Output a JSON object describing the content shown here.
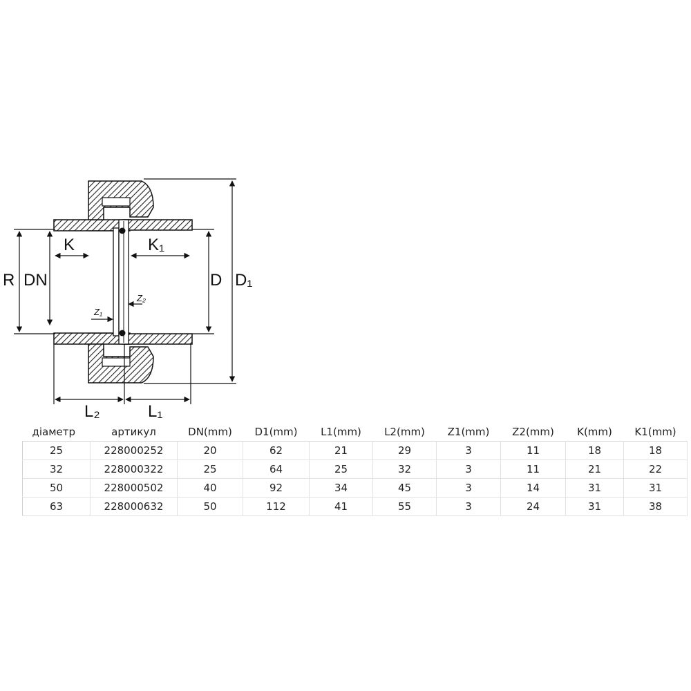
{
  "drawing": {
    "labels": {
      "R": "R",
      "DN": "DN",
      "K": "K",
      "K1": "K₁",
      "D": "D",
      "D1": "D₁",
      "Z1": "Z₁",
      "Z2": "Z₂",
      "L1": "L₁",
      "L2": "L₂"
    }
  },
  "table": {
    "headers": [
      "діаметр",
      "артикул",
      "DN(mm)",
      "D1(mm)",
      "L1(mm)",
      "L2(mm)",
      "Z1(mm)",
      "Z2(mm)",
      "K(mm)",
      "K1(mm)"
    ],
    "rows": [
      [
        "25",
        "228000252",
        "20",
        "62",
        "21",
        "29",
        "3",
        "11",
        "18",
        "18"
      ],
      [
        "32",
        "228000322",
        "25",
        "64",
        "25",
        "32",
        "3",
        "11",
        "21",
        "22"
      ],
      [
        "50",
        "228000502",
        "40",
        "92",
        "34",
        "45",
        "3",
        "14",
        "31",
        "31"
      ],
      [
        "63",
        "228000632",
        "50",
        "112",
        "41",
        "55",
        "3",
        "24",
        "31",
        "38"
      ]
    ]
  }
}
